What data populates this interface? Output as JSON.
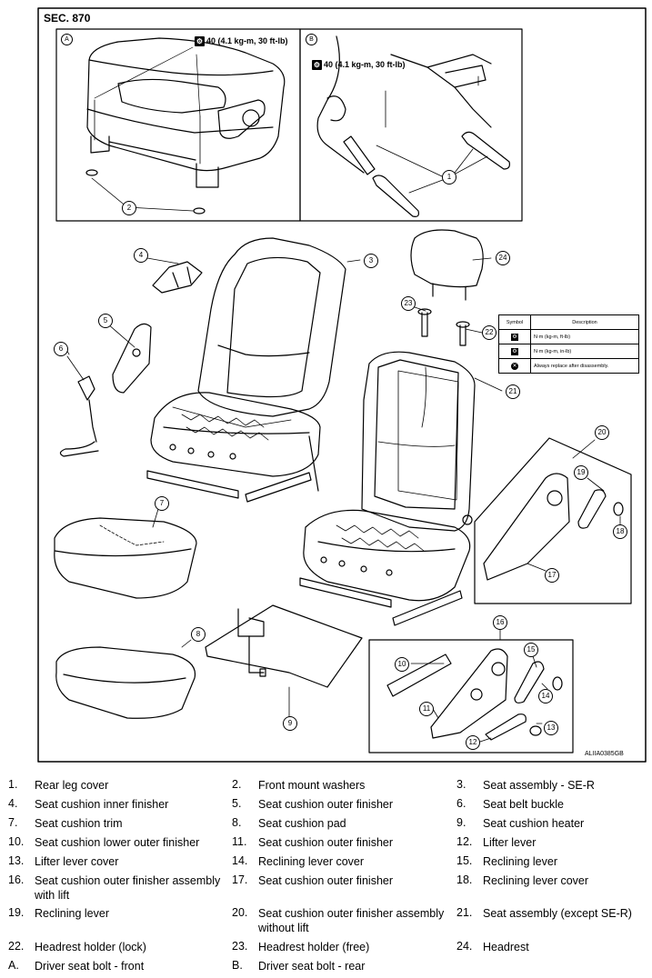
{
  "section": "SEC. 870",
  "figure_code": "ALIIA0385GB",
  "torque_label": "40 (4.1 kg-m, 30 ft-lb)",
  "detail_views": [
    {
      "letter": "A"
    },
    {
      "letter": "B"
    }
  ],
  "callouts": [
    "1",
    "2",
    "3",
    "4",
    "5",
    "6",
    "7",
    "8",
    "9",
    "10",
    "11",
    "12",
    "13",
    "14",
    "15",
    "16",
    "17",
    "18",
    "19",
    "20",
    "21",
    "22",
    "23",
    "24"
  ],
  "symbol_table": {
    "headers": [
      "Symbol",
      "Description"
    ],
    "rows": [
      {
        "icon": "torque-wrench-icon",
        "description": "N·m (kg-m, ft-lb)"
      },
      {
        "icon": "torque-wrench-icon",
        "description": "N·m (kg-m, in-lb)"
      },
      {
        "icon": "replace-part-icon",
        "description": "Always replace after disassembly."
      }
    ]
  },
  "legend": [
    {
      "num": "1.",
      "text": "Rear leg cover"
    },
    {
      "num": "2.",
      "text": "Front mount washers"
    },
    {
      "num": "3.",
      "text": "Seat assembly - SE-R"
    },
    {
      "num": "4.",
      "text": "Seat cushion inner finisher"
    },
    {
      "num": "5.",
      "text": "Seat cushion outer finisher"
    },
    {
      "num": "6.",
      "text": "Seat belt buckle"
    },
    {
      "num": "7.",
      "text": "Seat cushion trim"
    },
    {
      "num": "8.",
      "text": "Seat cushion pad"
    },
    {
      "num": "9.",
      "text": "Seat cushion heater"
    },
    {
      "num": "10.",
      "text": "Seat cushion lower outer finisher"
    },
    {
      "num": "11.",
      "text": "Seat cushion outer finisher"
    },
    {
      "num": "12.",
      "text": "Lifter lever"
    },
    {
      "num": "13.",
      "text": "Lifter lever cover"
    },
    {
      "num": "14.",
      "text": "Reclining lever cover"
    },
    {
      "num": "15.",
      "text": "Reclining lever"
    },
    {
      "num": "16.",
      "text": "Seat cushion outer finisher assembly with lift"
    },
    {
      "num": "17.",
      "text": "Seat cushion outer finisher"
    },
    {
      "num": "18.",
      "text": "Reclining lever cover"
    },
    {
      "num": "19.",
      "text": "Reclining lever"
    },
    {
      "num": "20.",
      "text": "Seat cushion outer finisher assembly without lift"
    },
    {
      "num": "21.",
      "text": "Seat assembly (except SE-R)"
    },
    {
      "num": "22.",
      "text": "Headrest holder (lock)"
    },
    {
      "num": "23.",
      "text": "Headrest holder (free)"
    },
    {
      "num": "24.",
      "text": "Headrest"
    },
    {
      "num": "A.",
      "text": "Driver seat bolt - front"
    },
    {
      "num": "B.",
      "text": "Driver seat bolt - rear"
    }
  ]
}
